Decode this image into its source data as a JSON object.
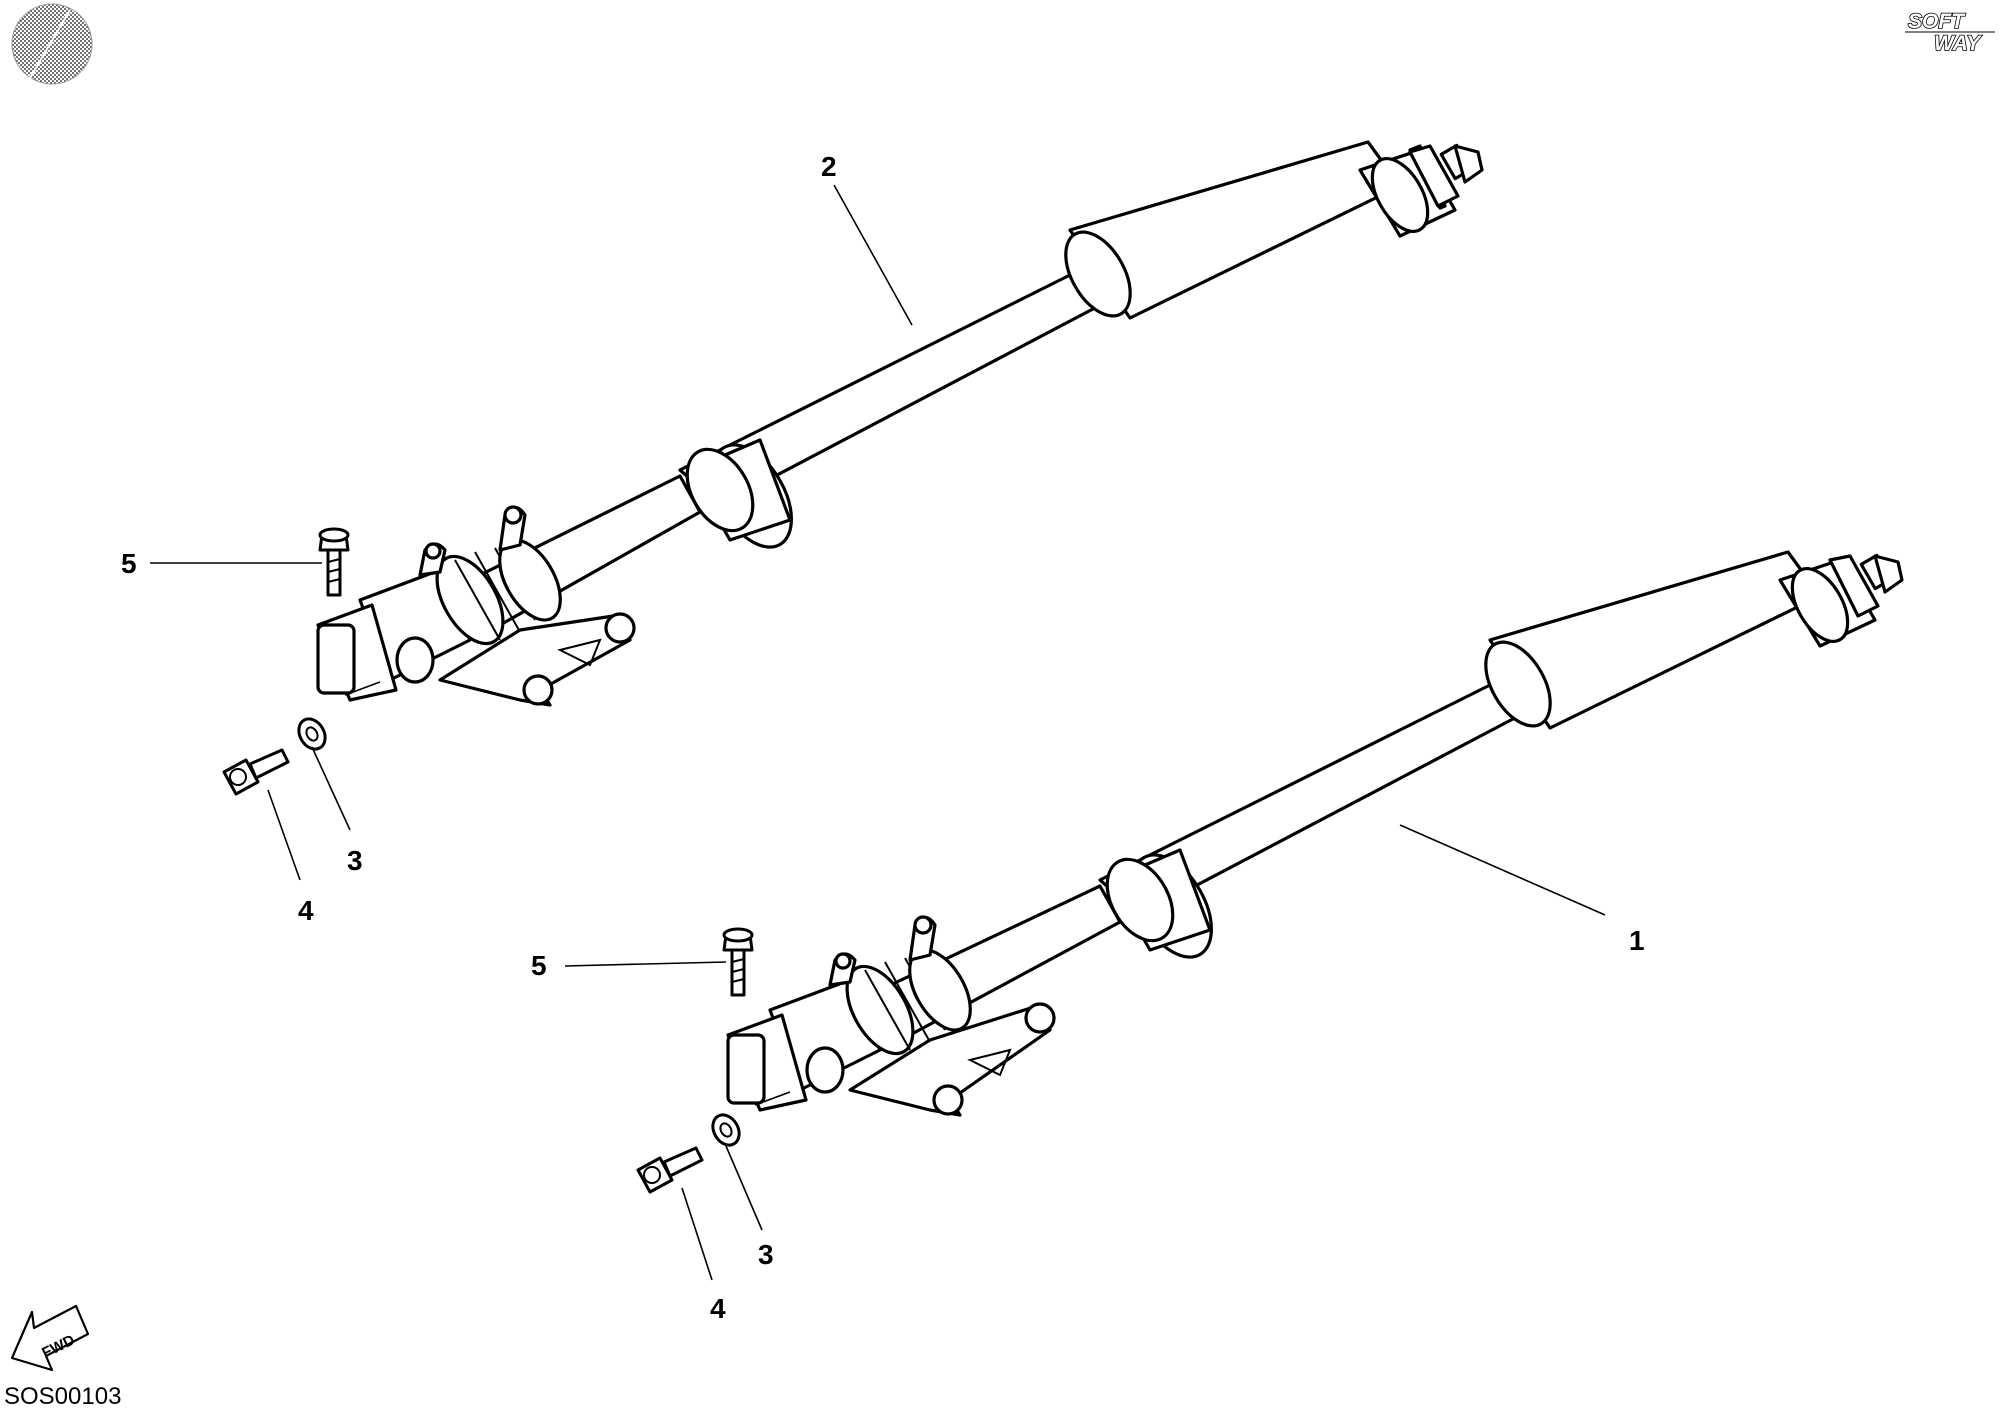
{
  "header": {
    "left_mark": "circle-hatch-icon",
    "brand": {
      "line1": "SOFT",
      "line2": "WAY"
    }
  },
  "footer": {
    "fwd_label": "FWD",
    "drawing_code": "SOS00103"
  },
  "callouts": {
    "fork1": {
      "c1": "1",
      "c3": "3",
      "c4": "4",
      "c5": "5"
    },
    "fork2": {
      "c2": "2",
      "c3": "3",
      "c4": "4",
      "c5": "5"
    }
  }
}
